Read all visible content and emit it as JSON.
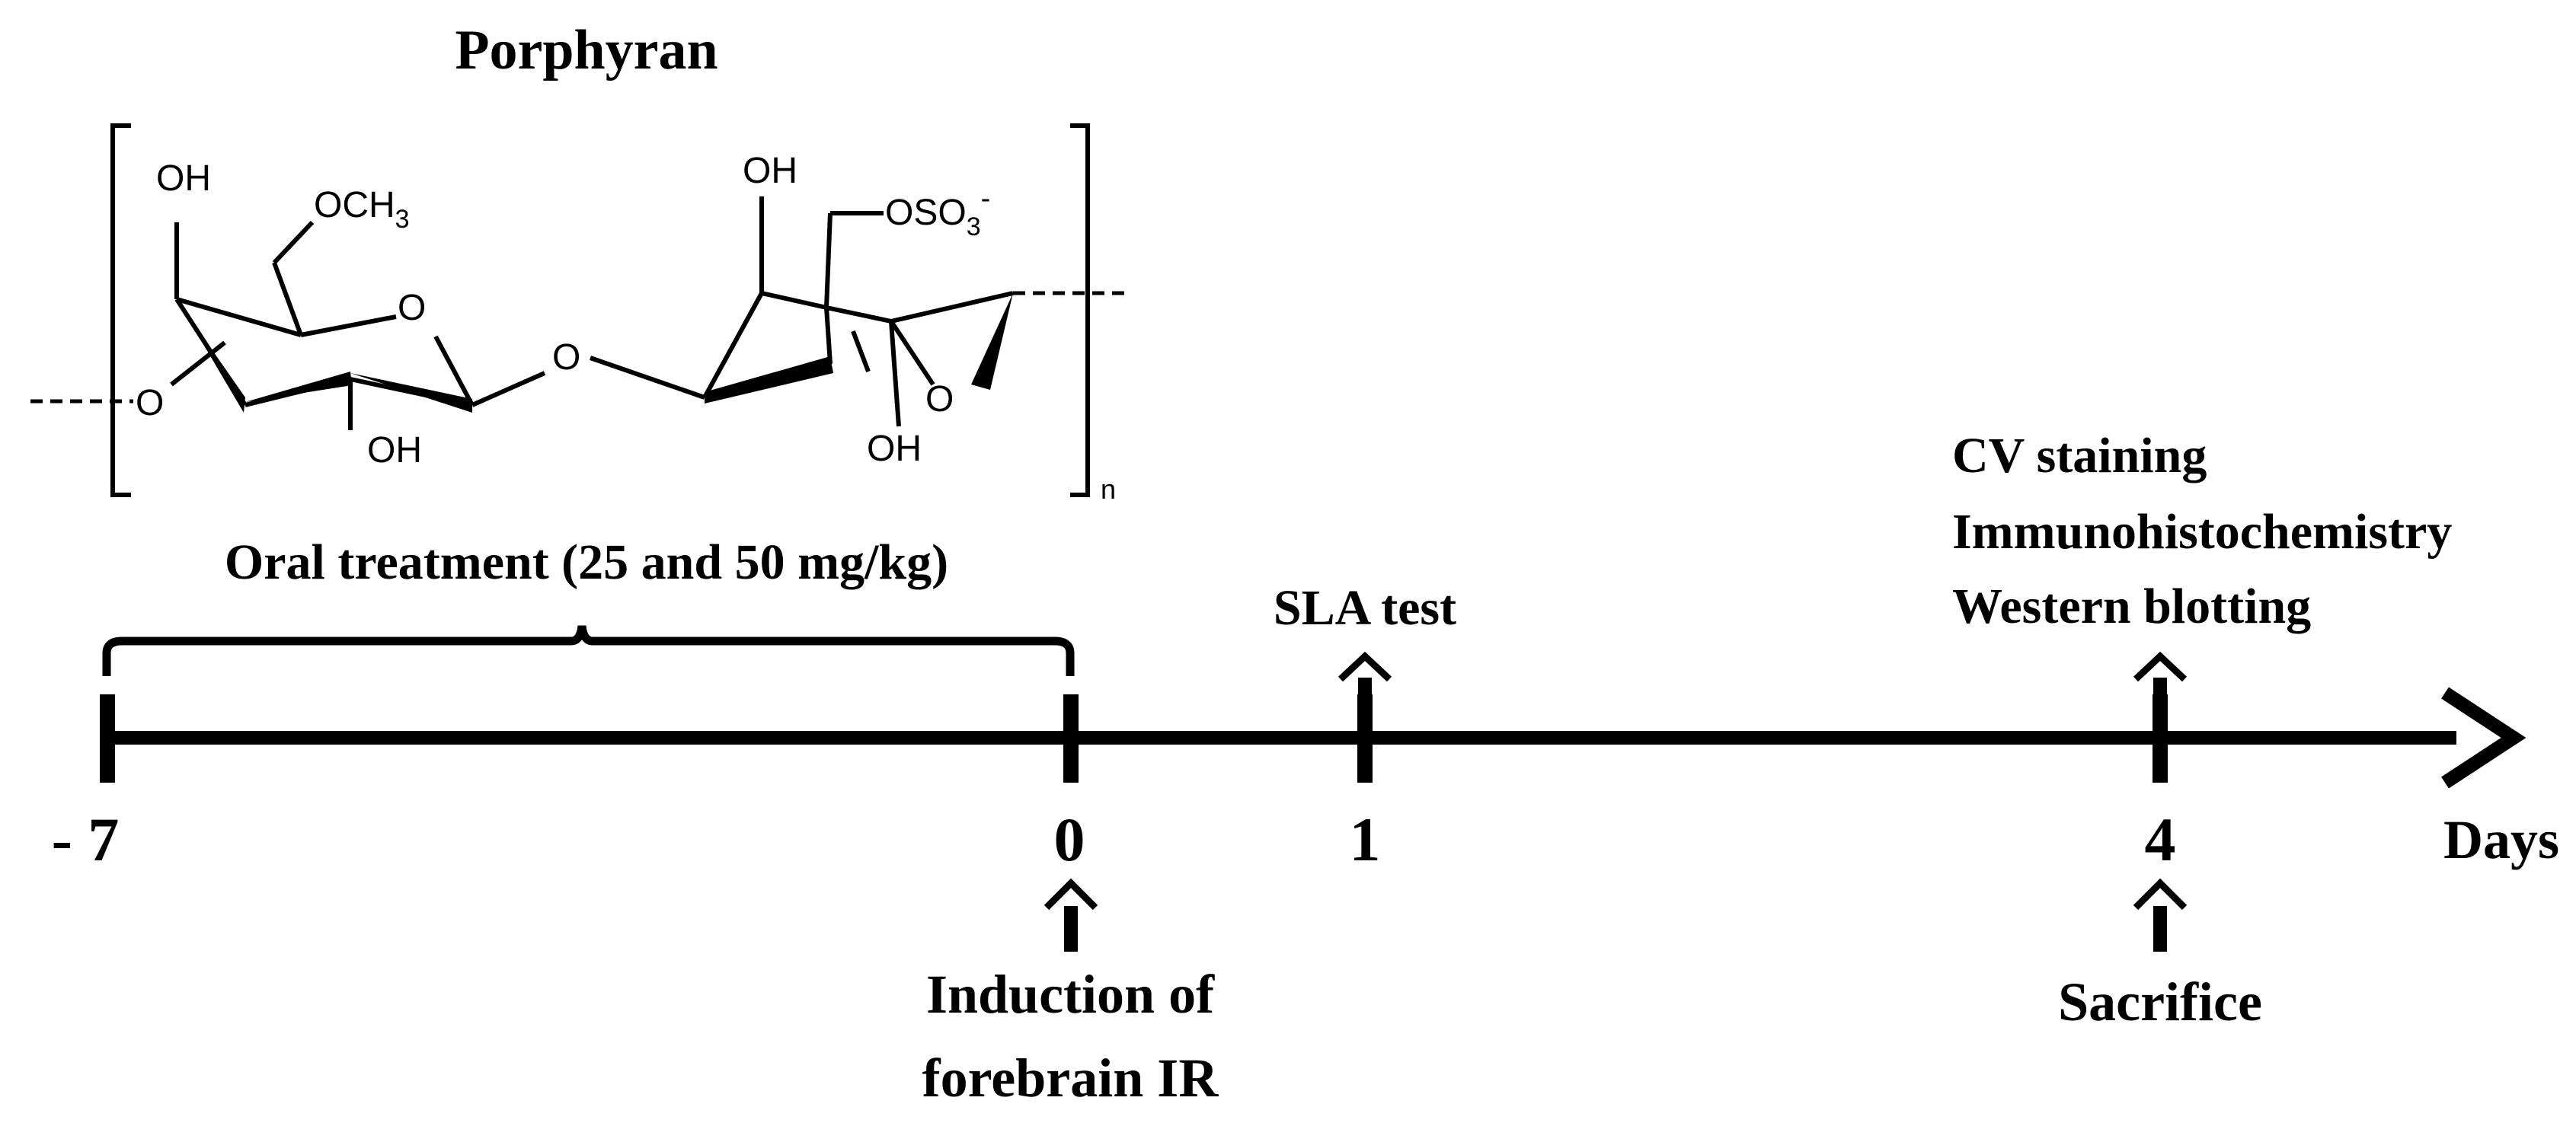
{
  "title": "Porphyran",
  "structure": {
    "labels": {
      "oh_top_left": "OH",
      "och3": "OCH",
      "och3_sub": "3",
      "ring_o_left": "O",
      "link_o_left": "O",
      "oh_bottom_left": "OH",
      "glyco_o": "O",
      "oh_top_right": "OH",
      "oso3": "OSO",
      "oso3_sub": "3",
      "oso3_charge": "-",
      "bridge_o": "O",
      "oh_bottom_right": "OH",
      "repeat_n": "n"
    }
  },
  "treatment": {
    "label": "Oral treatment (25 and 50 mg/kg)"
  },
  "timeline": {
    "unit": "Days",
    "ticks": [
      {
        "day": -7,
        "label": "- 7"
      },
      {
        "day": 0,
        "label": "0"
      },
      {
        "day": 1,
        "label": "1"
      },
      {
        "day": 4,
        "label": "4"
      }
    ]
  },
  "events": {
    "sla_test": "SLA test",
    "day4_top": [
      "CV staining",
      "Immunohistochemistry",
      "Western blotting"
    ],
    "induction": [
      "Induction of",
      "forebrain IR"
    ],
    "sacrifice": "Sacrifice"
  }
}
